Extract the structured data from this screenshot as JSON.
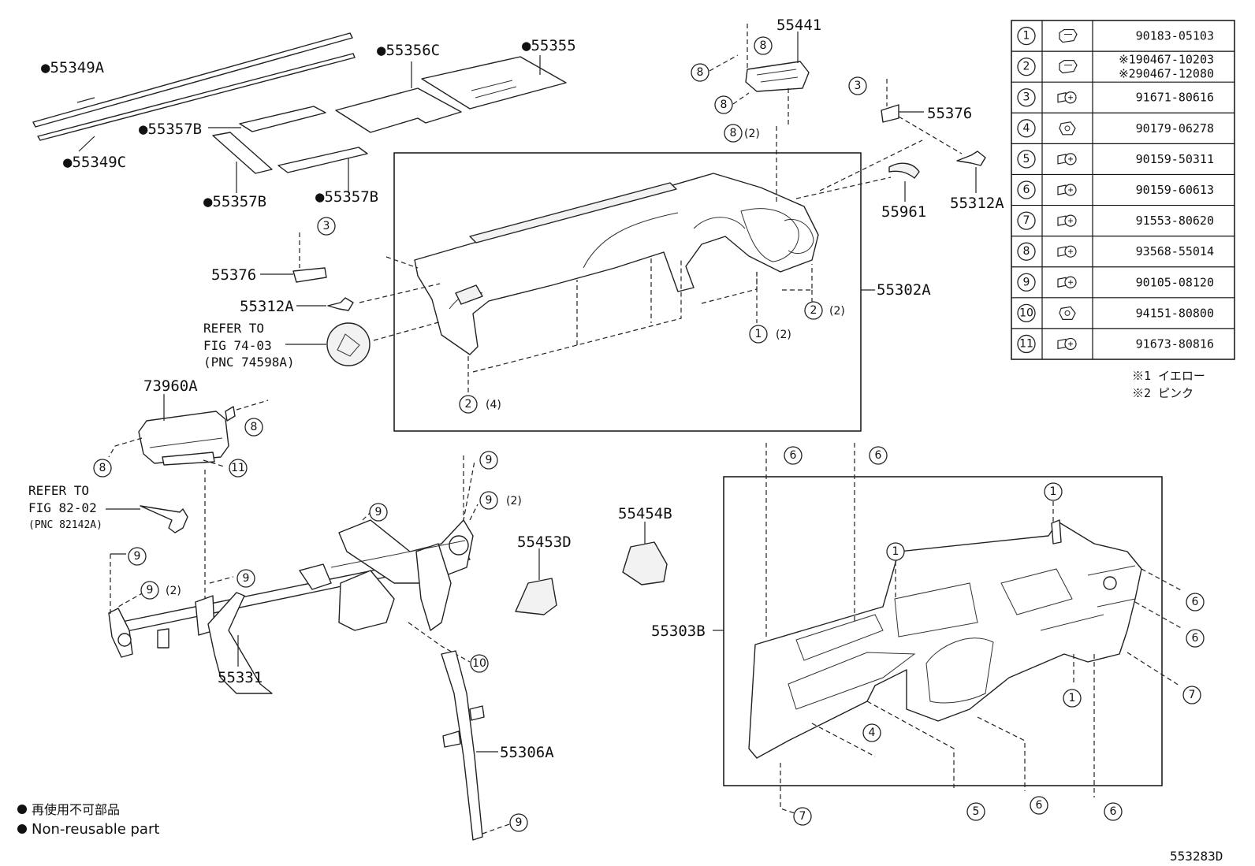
{
  "part_labels": {
    "p55349A": "●55349A",
    "p55349C": "●55349C",
    "p55356C": "●55356C",
    "p55355": "●55355",
    "p55357B_a": "●55357B",
    "p55357B_b": "●55357B",
    "p55357B_c": "●55357B",
    "p55441": "55441",
    "p55376_right": "55376",
    "p55376_left": "55376",
    "p55961": "55961",
    "p55312A_right": "55312A",
    "p55312A_left": "55312A",
    "p55302A": "55302A",
    "p73960A": "73960A",
    "p55331": "55331",
    "p55306A": "55306A",
    "p55453D": "55453D",
    "p55454B": "55454B",
    "p55303B": "55303B"
  },
  "references": {
    "ref1_line1": "REFER TO",
    "ref1_line2": "FIG 74-03",
    "ref1_line3": "(PNC 74598A)",
    "ref2_line1": "REFER TO",
    "ref2_line2": "FIG 82-02",
    "ref2_line3": "(PNC 82142A)"
  },
  "callouts": {
    "q2": "(2)",
    "q4": "(4)"
  },
  "fastener_table": {
    "rows": [
      {
        "num": "1",
        "parts": [
          "90183-05103"
        ],
        "icon": "clip-icon"
      },
      {
        "num": "2",
        "parts": [
          "※190467-10203",
          "※290467-12080"
        ],
        "icon": "clip-icon"
      },
      {
        "num": "3",
        "parts": [
          "91671-80616"
        ],
        "icon": "screw-icon"
      },
      {
        "num": "4",
        "parts": [
          "90179-06278"
        ],
        "icon": "nut-icon"
      },
      {
        "num": "5",
        "parts": [
          "90159-50311"
        ],
        "icon": "screw-icon"
      },
      {
        "num": "6",
        "parts": [
          "90159-60613"
        ],
        "icon": "screw-icon"
      },
      {
        "num": "7",
        "parts": [
          "91553-80620"
        ],
        "icon": "screw-icon"
      },
      {
        "num": "8",
        "parts": [
          "93568-55014"
        ],
        "icon": "screw-icon"
      },
      {
        "num": "9",
        "parts": [
          "90105-08120"
        ],
        "icon": "bolt-icon"
      },
      {
        "num": "10",
        "parts": [
          "94151-80800"
        ],
        "icon": "nut-icon"
      },
      {
        "num": "11",
        "parts": [
          "91673-80816"
        ],
        "icon": "bolt-icon"
      }
    ],
    "note1": "※1 イエロー",
    "note2": "※2 ピンク"
  },
  "legend": {
    "jp": "再使用不可部品",
    "en": "Non-reusable part"
  },
  "figure_id": "553283D"
}
